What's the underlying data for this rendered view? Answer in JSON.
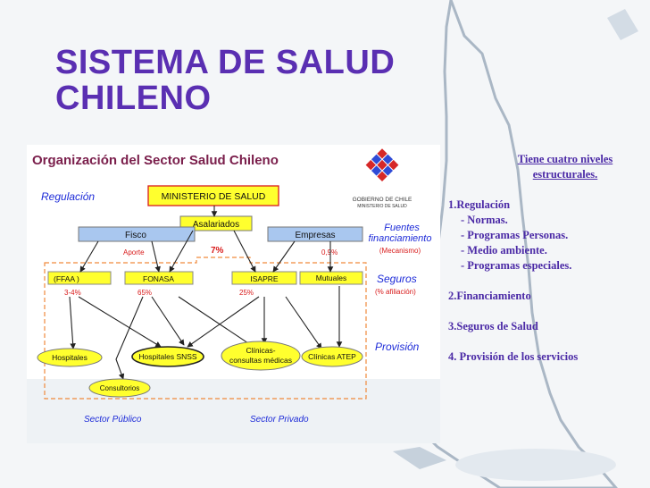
{
  "title": {
    "line1": "SISTEMA DE SALUD",
    "line2": "CHILENO"
  },
  "diagram": {
    "header": "Organización del Sector Salud Chileno",
    "levels": {
      "regulacion": "Regulación",
      "fuentes1": "Fuentes",
      "fuentes2": "financiamiento",
      "mecanismo": "(Mecanismo)",
      "seguros": "Seguros",
      "afiliacion": "(% afiliación)",
      "provision": "Provisión"
    },
    "ministerio": "MINISTERIO DE SALUD",
    "asalariados": "Asalariados",
    "fisco": "Fisco",
    "empresas": "Empresas",
    "aporte": "Aporte",
    "pct7": "7%",
    "pct09": "0,9%",
    "ffaa": "(FFAA )",
    "fonasa": "FONASA",
    "isapre": "ISAPRE",
    "mutuales": "Mutuales",
    "pct34": "3-4%",
    "pct65": "65%",
    "pct25": "25%",
    "hospitales": "Hospitales",
    "hospitales_snss": "Hospitales SNSS",
    "clinicas1": "Clínicas-",
    "clinicas2": "consultas médicas",
    "clinicas_atep": "Clínicas ATEP",
    "consultorios": "Consultorios",
    "sector_publico": "Sector Público",
    "sector_privado": "Sector Privado",
    "logo_text1": "GOBIERNO DE CHILE",
    "logo_text2": "MINISTERIO DE SALUD"
  },
  "notes": {
    "heading1": "Tiene cuatro niveles",
    "heading2": "estructurales.",
    "level1": "1.Regulación",
    "level1_items": [
      "- Normas.",
      "- Programas Personas.",
      "- Medio ambiente.",
      "- Programas especiales."
    ],
    "level2": "2.Financiamiento",
    "level3": "3.Seguros de Salud",
    "level4": "4. Provisión de los servicios"
  },
  "colors": {
    "title": "#5a2fb2",
    "notes": "#4b2aa6",
    "level_labels": "#1d2bd8",
    "header": "#7a1e4b",
    "box_yellow": "#ffff2e",
    "box_blue": "#a9c7ef",
    "box_border_red": "#d81b1b",
    "dashed": "#f08a3c",
    "map_gray": "#aab7c5"
  }
}
